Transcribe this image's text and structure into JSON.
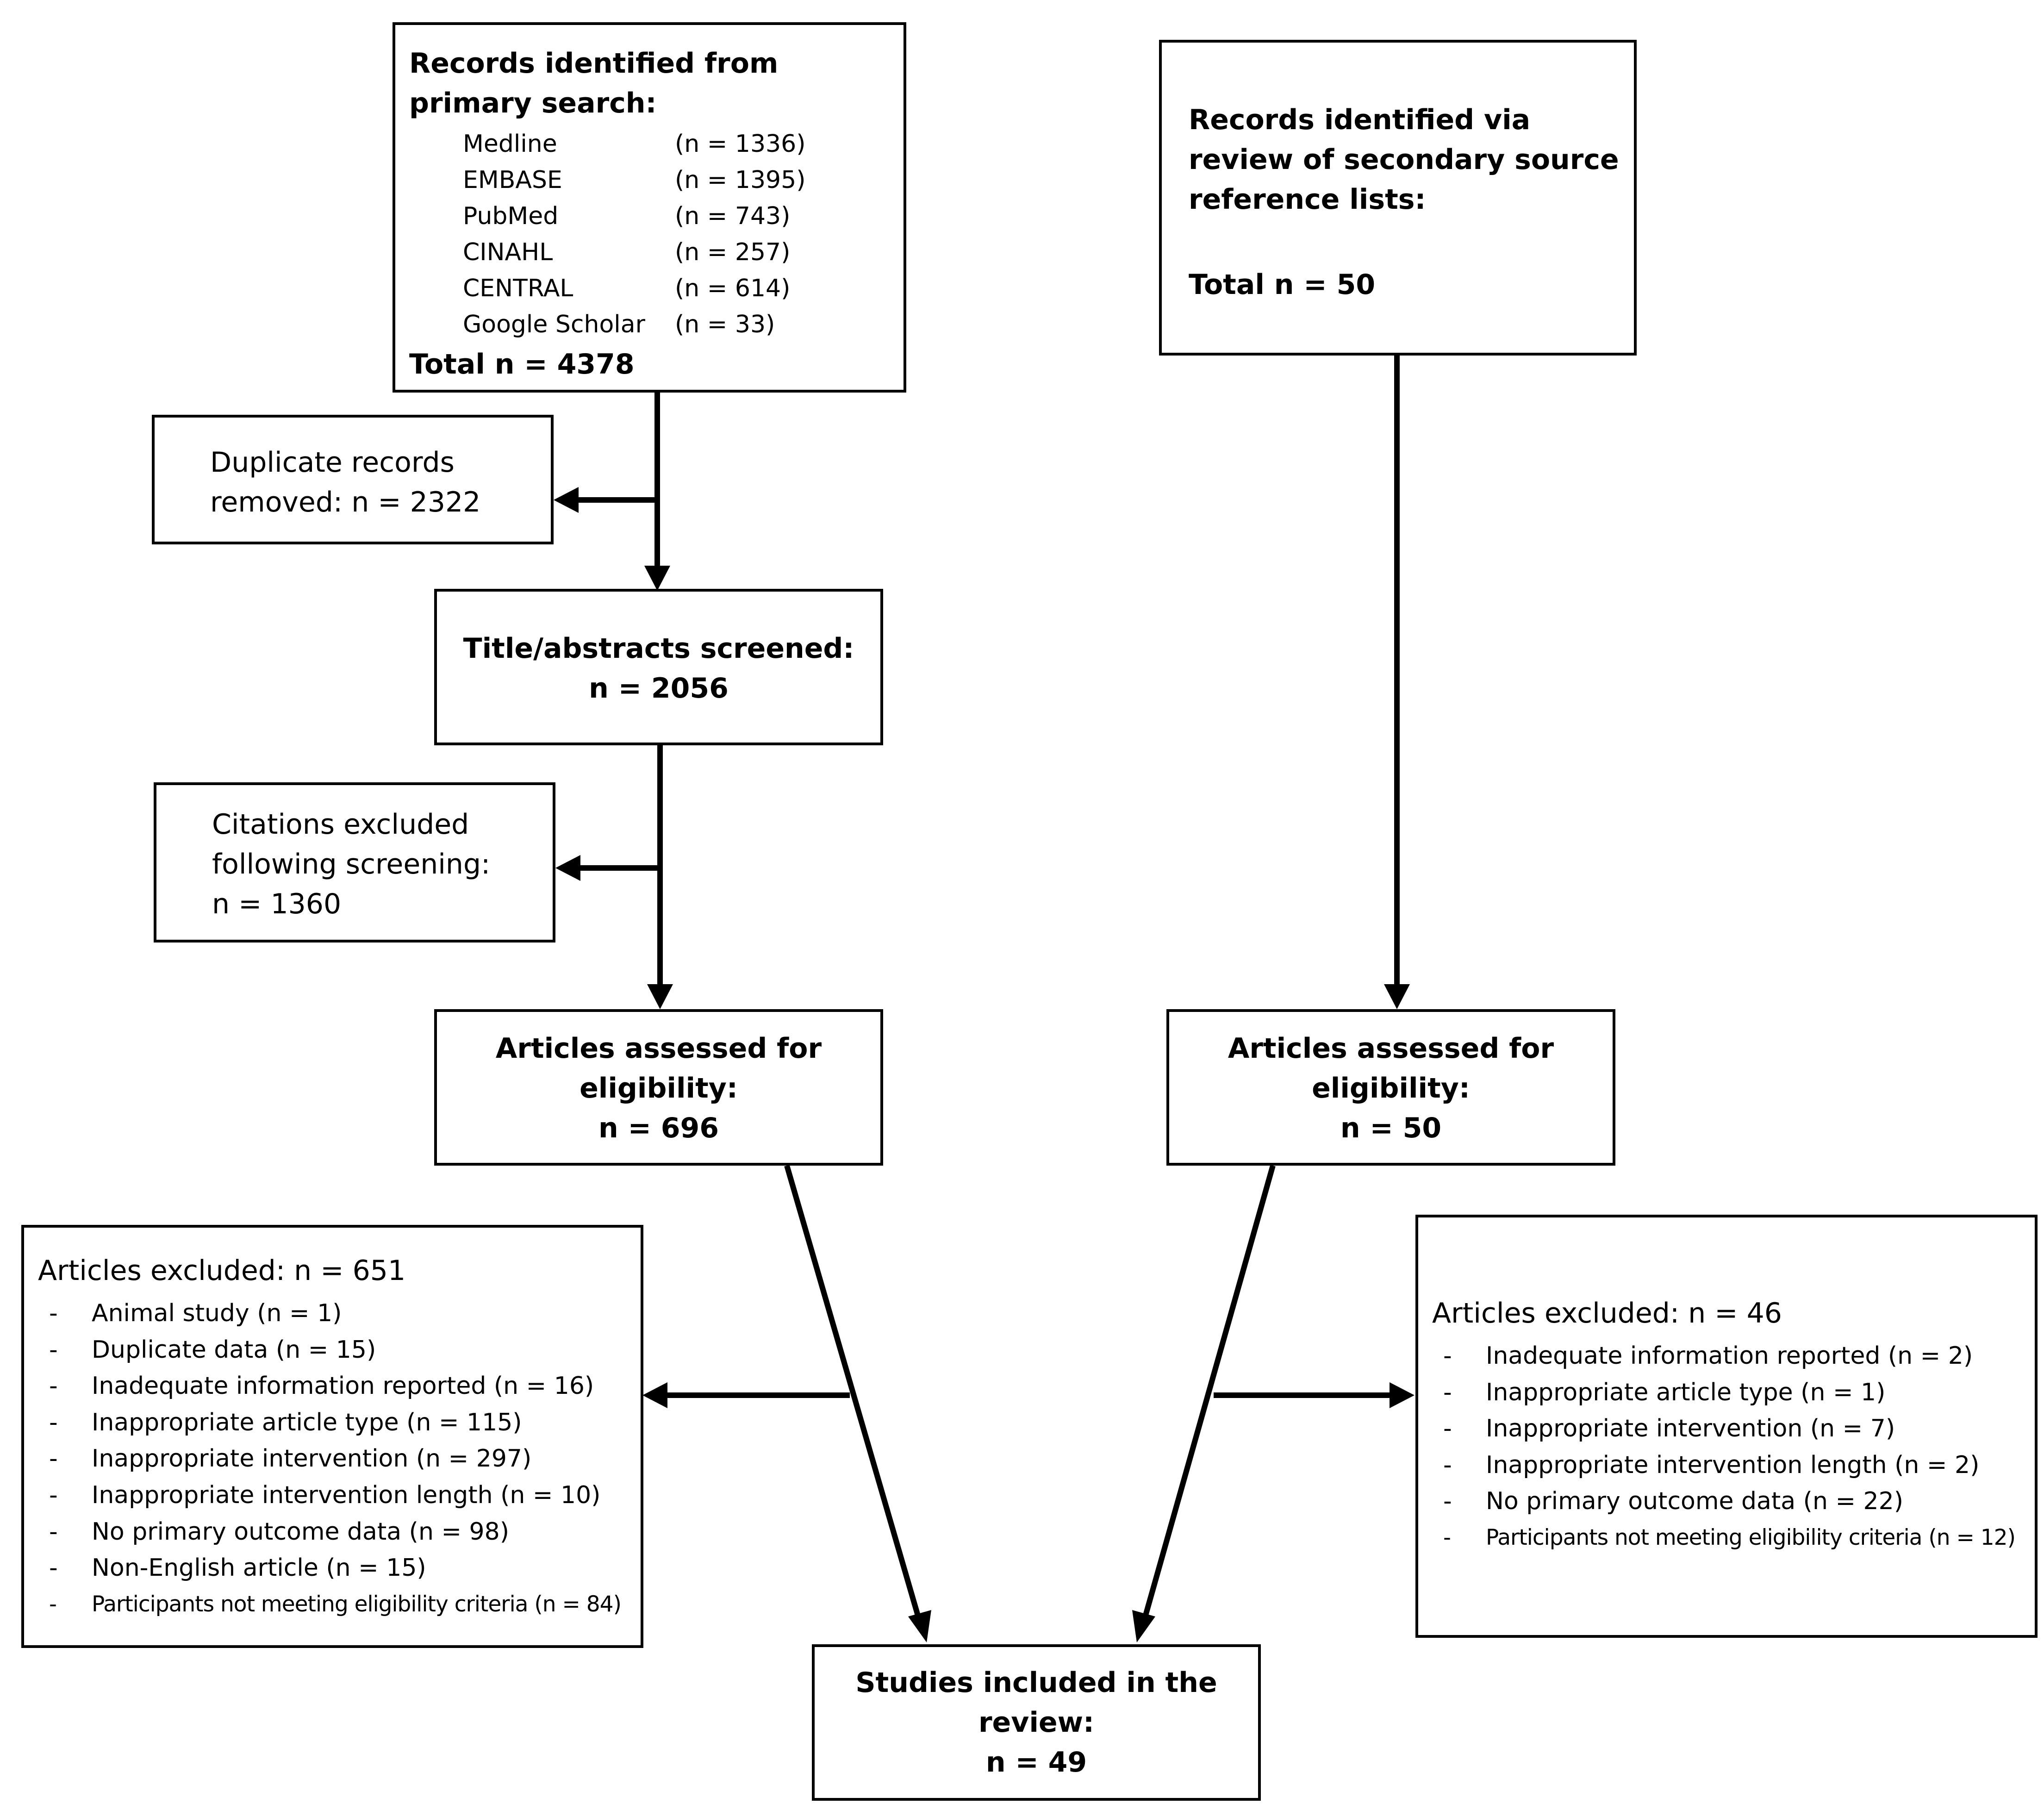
{
  "primary": {
    "heading": "Records identified from primary search:",
    "sources": [
      {
        "name": "Medline",
        "count": "(n = 1336)"
      },
      {
        "name": "EMBASE",
        "count": "(n = 1395)"
      },
      {
        "name": "PubMed",
        "count": "(n = 743)"
      },
      {
        "name": "CINAHL",
        "count": "(n = 257)"
      },
      {
        "name": "CENTRAL",
        "count": "(n = 614)"
      },
      {
        "name": "Google Scholar",
        "count": "(n = 33)"
      }
    ],
    "total": "Total n = 4378"
  },
  "secondary": {
    "heading": "Records identified via review of secondary source reference lists:",
    "total": "Total n = 50"
  },
  "duplicates": {
    "line1": "Duplicate records",
    "line2": "removed: n = 2322"
  },
  "screened": {
    "line1": "Title/abstracts screened:",
    "line2": "n = 2056"
  },
  "citations_excluded": {
    "line1": "Citations excluded",
    "line2": "following screening:",
    "line3": "n = 1360"
  },
  "assessed_left": {
    "line1": "Articles assessed for",
    "line2": "eligibility:",
    "line3": "n = 696"
  },
  "assessed_right": {
    "line1": "Articles assessed for",
    "line2": "eligibility:",
    "line3": "n = 50"
  },
  "excluded_left": {
    "title": "Articles excluded: n = 651",
    "items": [
      "Animal study (n = 1)",
      "Duplicate data (n = 15)",
      "Inadequate information reported (n = 16)",
      "Inappropriate article type (n = 115)",
      "Inappropriate intervention (n = 297)",
      "Inappropriate intervention length (n = 10)",
      "No primary outcome data (n = 98)",
      "Non-English article (n = 15)",
      "Participants not meeting eligibility criteria (n = 84)"
    ]
  },
  "excluded_right": {
    "title": "Articles excluded: n = 46",
    "items": [
      "Inadequate information reported (n = 2)",
      "Inappropriate article type (n = 1)",
      "Inappropriate intervention (n = 7)",
      "Inappropriate intervention length (n = 2)",
      "No primary outcome data (n = 22)",
      "Participants not meeting eligibility criteria (n = 12)"
    ]
  },
  "included": {
    "line1": "Studies included in the",
    "line2": "review:",
    "line3": "n = 49"
  }
}
